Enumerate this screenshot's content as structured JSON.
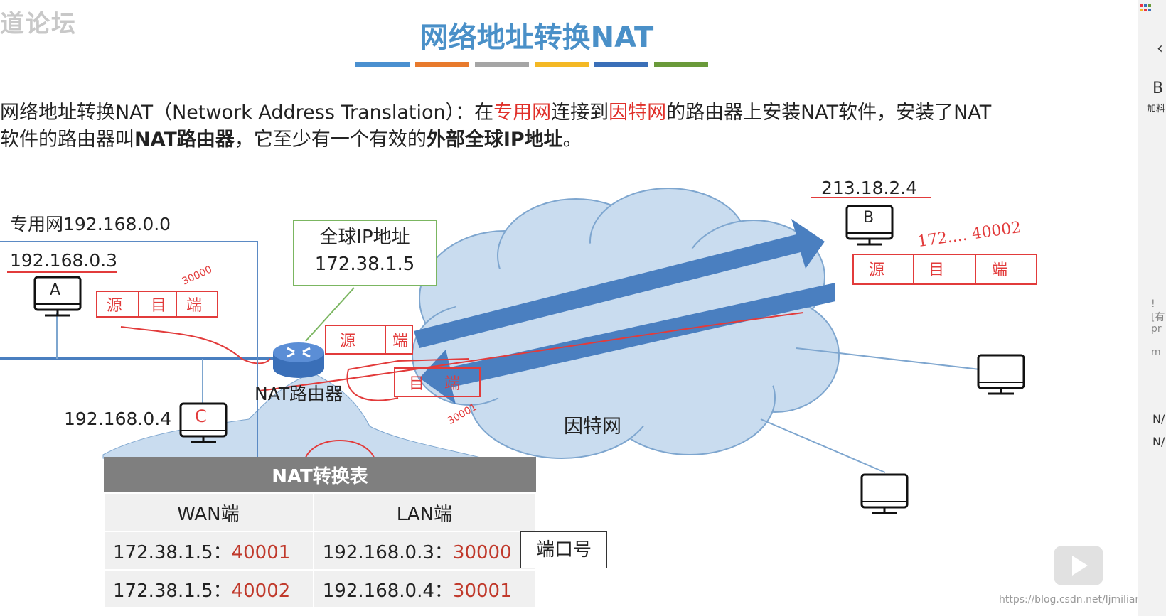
{
  "slide": {
    "watermark": "道论坛",
    "title": "网络地址转换NAT",
    "title_bars": [
      "#4a90d0",
      "#e87a2c",
      "#a5a5a5",
      "#f4b824",
      "#3a6fb8",
      "#6a9a3a"
    ],
    "intro": {
      "p1": "网络地址转换NAT（Network Address Translation）：在",
      "red1": "专用网",
      "p2": "连接到",
      "red2": "因特网",
      "p3": "的路由器上安装NAT软件，安装了NAT",
      "p4": "软件的路由器叫",
      "bold1": "NAT路由器",
      "p5": "，它至少有一个有效的",
      "bold2": "外部全球IP地址",
      "p6": "。"
    },
    "network_label": "专用网192.168.0.0",
    "host_a": {
      "ip": "192.168.0.3",
      "letter": "A"
    },
    "host_c": {
      "ip": "192.168.0.4",
      "letter": "C"
    },
    "host_b": {
      "ip": "213.18.2.4",
      "letter": "B"
    },
    "callout": {
      "line1": "全球IP地址",
      "line2": "172.38.1.5"
    },
    "router_label": "NAT路由器",
    "internet_label": "因特网",
    "annotations": {
      "a_pkt": [
        "源",
        "目",
        "端"
      ],
      "a_port": "30000",
      "router_pkt": [
        "源",
        "端"
      ],
      "ret_pkt": [
        "目",
        "端"
      ],
      "ret_port": "30001",
      "b_top": "172.... 40002",
      "b_pkt": [
        "源",
        "目",
        "端"
      ]
    },
    "nat_table": {
      "title": "NAT转换表",
      "columns": [
        "WAN端",
        "LAN端"
      ],
      "rows": [
        {
          "wan_ip": "172.38.1.5：",
          "wan_port": "40001",
          "lan_ip": "192.168.0.3：",
          "lan_port": "30000"
        },
        {
          "wan_ip": "172.38.1.5：",
          "wan_port": "40002",
          "lan_ip": "192.168.0.4：",
          "lan_port": "30001"
        }
      ]
    },
    "port_label": "端口号",
    "source_watermark": "https://blog.csdn.net/ljmiliang"
  },
  "right_panel": {
    "items": [
      "B",
      "加料",
      "![有",
      "pr",
      "m",
      "N/",
      "N/"
    ]
  },
  "colors": {
    "title": "#4a90c8",
    "red_text": "#e0302a",
    "arrow": "#4a7fc0",
    "cloud": "#c9dcef",
    "handwriting": "#e23b3b"
  }
}
